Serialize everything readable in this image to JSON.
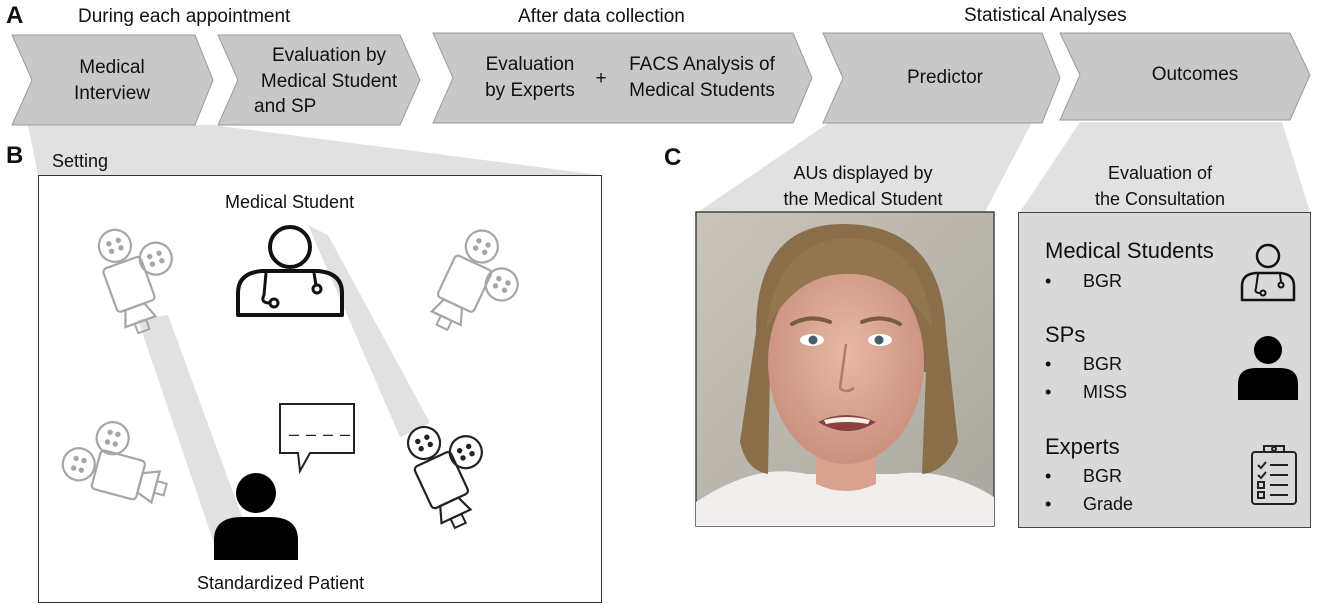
{
  "panels": {
    "a": "A",
    "b": "B",
    "c": "C"
  },
  "phases": {
    "during": "During each appointment",
    "after": "After data collection",
    "stats": "Statistical Analyses"
  },
  "flow": {
    "interview": [
      "Medical",
      "Interview"
    ],
    "evaluation": [
      "Evaluation by",
      "Medical Student",
      "and SP"
    ],
    "experts": [
      "Evaluation",
      "by Experts"
    ],
    "plus": "+",
    "facs": [
      "FACS Analysis of",
      "Medical Students"
    ],
    "predictor": "Predictor",
    "outcomes": "Outcomes"
  },
  "setting": {
    "title": "Setting",
    "student": "Medical Student",
    "patient": "Standardized Patient",
    "speech_text": "– – – –"
  },
  "photo": {
    "caption": [
      "AUs displayed by",
      "the Medical Student"
    ]
  },
  "outcomes_panel": {
    "caption": [
      "Evaluation of",
      "the Consultation"
    ],
    "groups": [
      {
        "title": "Medical Students",
        "items": [
          "BGR"
        ],
        "icon": "doctor-icon"
      },
      {
        "title": "SPs",
        "items": [
          "BGR",
          "MISS"
        ],
        "icon": "person-icon"
      },
      {
        "title": "Experts",
        "items": [
          "BGR",
          "Grade"
        ],
        "icon": "clipboard-icon"
      }
    ]
  },
  "colors": {
    "arrow_fill": "#c8c8c8",
    "cone": "#e1e1e1",
    "camera_gray": "#a6a6a6",
    "box_fill": "#d9d9d9"
  }
}
